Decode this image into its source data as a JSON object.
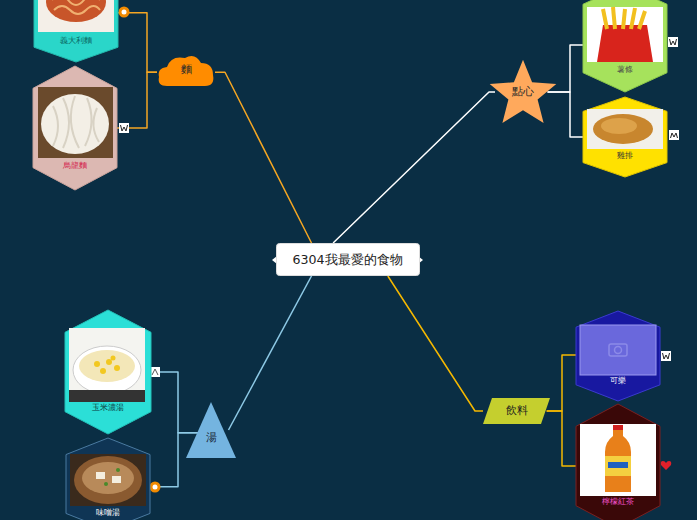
{
  "diagram": {
    "nodes": [
      {
        "text": [
          "6304我最愛的食物"
        ]
      },
      {
        "text": [
          "麵"
        ]
      },
      {
        "text": [
          "義大利麵"
        ]
      },
      {
        "text": [
          "烏龍麵"
        ]
      },
      {
        "text": [
          "點心"
        ]
      },
      {
        "text": [
          "薯條"
        ]
      },
      {
        "text": [
          "雞排"
        ]
      },
      {
        "text": [
          "湯"
        ]
      },
      {
        "text": [
          "玉米濃湯"
        ]
      },
      {
        "text": [
          "味噌湯"
        ]
      },
      {
        "text": [
          "飲料"
        ]
      },
      {
        "text": [
          "可樂"
        ]
      },
      {
        "text": [
          "檸檬紅茶"
        ]
      }
    ],
    "edges": [
      {
        "from": 0,
        "to": 1,
        "arrow": "none"
      },
      {
        "from": 1,
        "to": 2,
        "arrow": "none"
      },
      {
        "from": 1,
        "to": 3,
        "arrow": "none"
      },
      {
        "from": 0,
        "to": 4,
        "arrow": "none"
      },
      {
        "from": 4,
        "to": 5,
        "arrow": "none"
      },
      {
        "from": 4,
        "to": 6,
        "arrow": "none"
      },
      {
        "from": 0,
        "to": 7,
        "arrow": "none"
      },
      {
        "from": 7,
        "to": 8,
        "arrow": "none"
      },
      {
        "from": 7,
        "to": 9,
        "arrow": "none"
      },
      {
        "from": 0,
        "to": 10,
        "arrow": "none"
      },
      {
        "from": 10,
        "to": 11,
        "arrow": "none"
      },
      {
        "from": 10,
        "to": 12,
        "arrow": "none"
      }
    ]
  }
}
